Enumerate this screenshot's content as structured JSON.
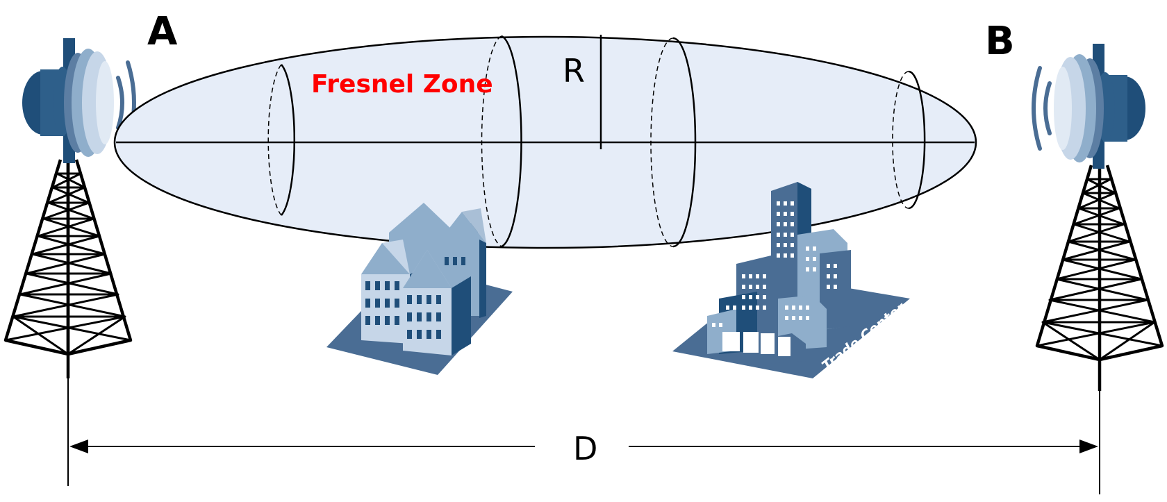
{
  "labels": {
    "endpoint_a": "A",
    "endpoint_b": "B",
    "zone": "Fresnel Zone",
    "radius": "R",
    "distance": "D",
    "building_sign": "Trade Center"
  },
  "colors": {
    "zone_fill": "#e6edf8",
    "zone_label": "#ff0000",
    "building_dark": "#1f4e79",
    "building_mid": "#4a6d94",
    "building_light": "#8faecb",
    "line": "#000000"
  },
  "icons": {
    "antenna": "dish-antenna-icon",
    "tower": "lattice-tower-icon",
    "building": "building-icon",
    "signal": "radio-waves-icon"
  }
}
